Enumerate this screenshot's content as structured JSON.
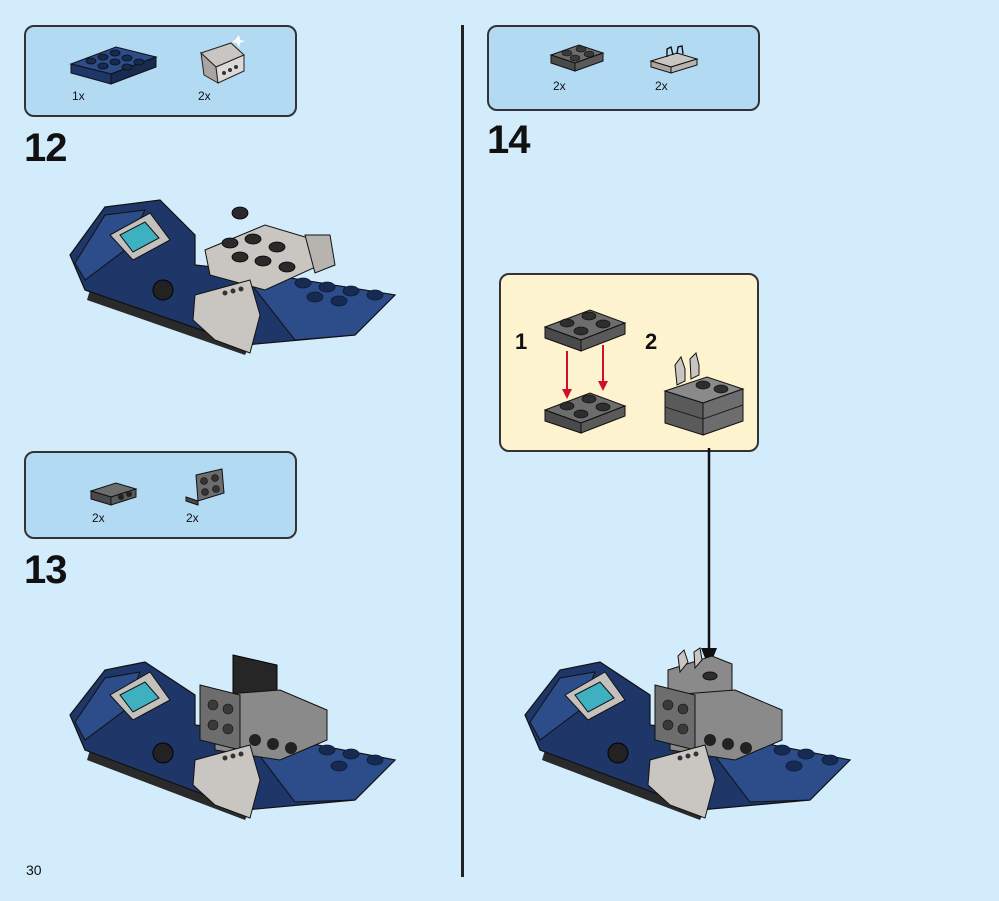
{
  "page": {
    "number": "30"
  },
  "steps": [
    {
      "number": "12",
      "parts": [
        {
          "qty": "1x",
          "icon": "dark-blue-plate-2x4-icon"
        },
        {
          "qty": "2x",
          "icon": "light-gray-slope-piece-icon"
        }
      ]
    },
    {
      "number": "13",
      "parts": [
        {
          "qty": "2x",
          "icon": "dark-gray-bracket-icon"
        },
        {
          "qty": "2x",
          "icon": "dark-gray-bracket-plate-icon"
        }
      ]
    },
    {
      "number": "14",
      "parts": [
        {
          "qty": "2x",
          "icon": "dark-gray-plate-2x2-icon"
        },
        {
          "qty": "2x",
          "icon": "light-gray-clip-plate-icon"
        }
      ],
      "substeps": [
        {
          "number": "1"
        },
        {
          "number": "2"
        }
      ]
    }
  ],
  "colors": {
    "background": "#d3ecfb",
    "parts_box": "#b3daf3",
    "substep_box": "#fdf3cf",
    "dark_blue": "#1f3668",
    "arrow_red": "#d0102a"
  }
}
